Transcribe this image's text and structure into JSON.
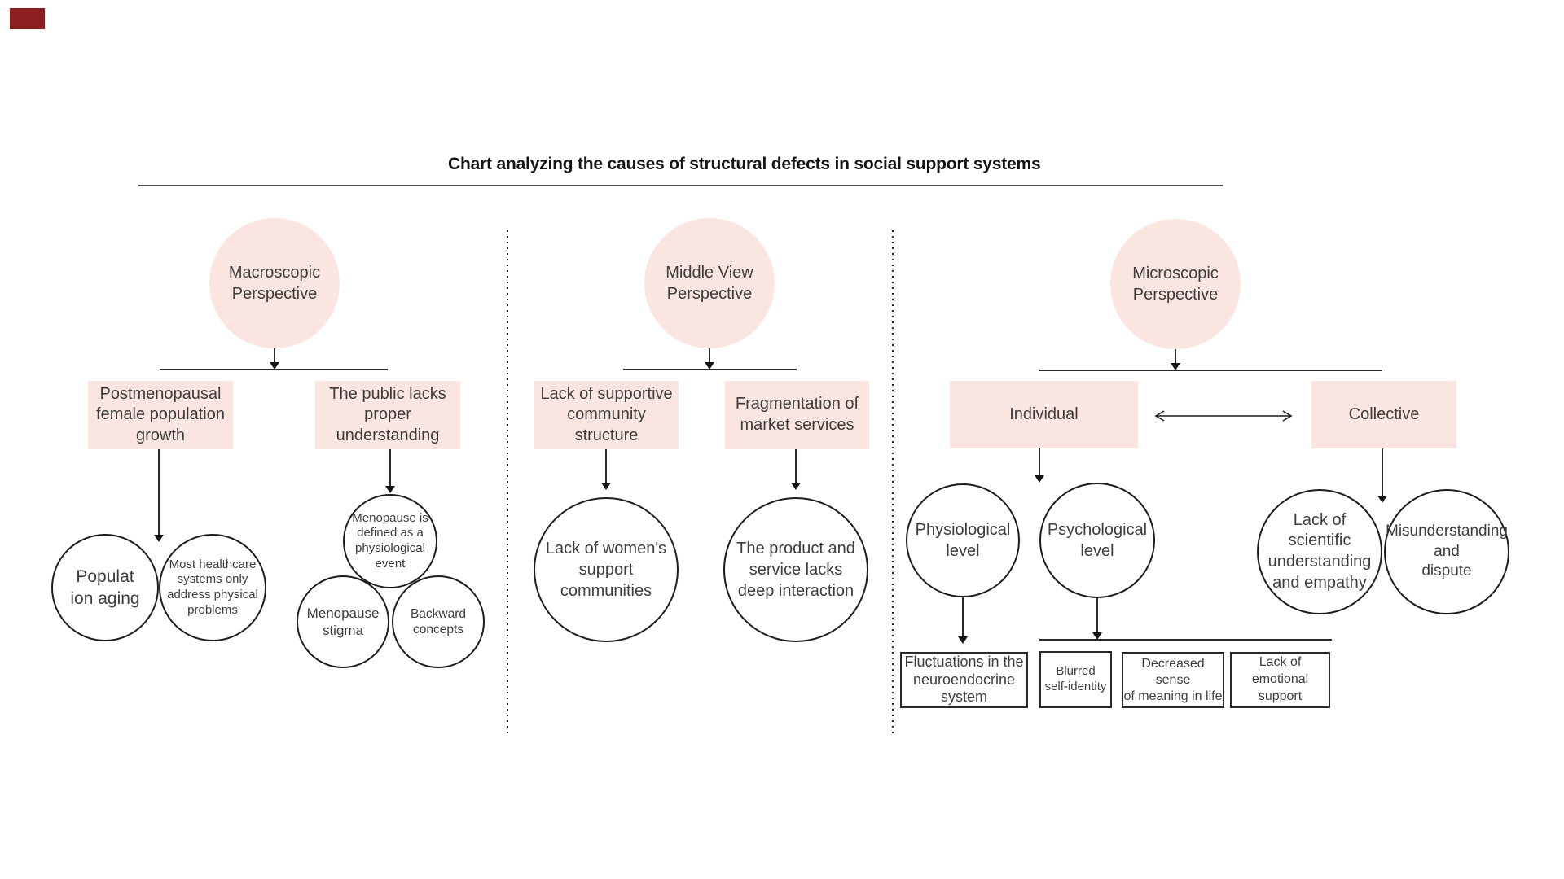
{
  "title": "Chart analyzing the causes of structural defects in social support systems",
  "marker_color": "#8b1f1f",
  "colors": {
    "pink": "#fae5e0",
    "line": "#2a2a2a",
    "text": "#3d3d3d"
  },
  "macroscopic": {
    "perspective": [
      "Macroscopic",
      "Perspective"
    ],
    "box_population": [
      "Postmenopausal",
      "female population",
      "growth"
    ],
    "box_public": [
      "The public lacks",
      "proper",
      "understanding"
    ],
    "circle_population_aging": [
      "Populat",
      "ion aging"
    ],
    "circle_healthcare": [
      "Most healthcare",
      "systems only",
      "address physical",
      "problems"
    ],
    "circle_menopause_event": [
      "Menopause is",
      "defined as a",
      "physiological",
      "event"
    ],
    "circle_menopause_stigma": [
      "Menopause",
      "stigma"
    ],
    "circle_backward": [
      "Backward",
      "concepts"
    ]
  },
  "middle": {
    "perspective": [
      "Middle View",
      "Perspective"
    ],
    "box_community": [
      "Lack of supportive",
      "community structure"
    ],
    "box_market": [
      "Fragmentation of",
      "market services"
    ],
    "circle_women_support": [
      "Lack of women's",
      "support",
      "communities"
    ],
    "circle_product": [
      "The product and",
      "service lacks",
      "deep interaction"
    ]
  },
  "microscopic": {
    "perspective": [
      "Microscopic",
      "Perspective"
    ],
    "box_individual": "Individual",
    "box_collective": "Collective",
    "circle_physiological": [
      "Physiological",
      "level"
    ],
    "circle_psychological": [
      "Psychological",
      "level"
    ],
    "circle_lack_scientific": [
      "Lack of",
      "scientific",
      "understanding",
      "and empathy"
    ],
    "circle_misunderstanding": [
      "Misunderstanding",
      "and",
      "dispute"
    ],
    "box_neuroendocrine": [
      "Fluctuations in the",
      "neuroendocrine",
      "system"
    ],
    "box_blurred": [
      "Blurred",
      "self-identity"
    ],
    "box_meaning": [
      "Decreased sense",
      "of meaning in life"
    ],
    "box_emotional": [
      "Lack of emotional",
      "support"
    ]
  }
}
